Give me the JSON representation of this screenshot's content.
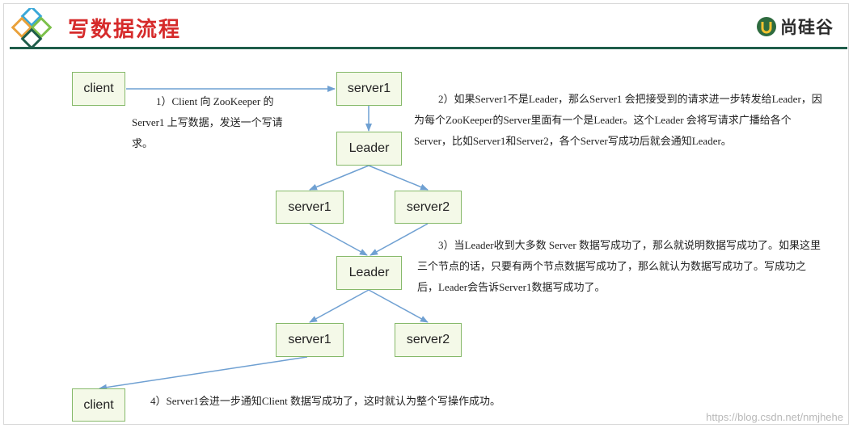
{
  "header": {
    "title": "写数据流程",
    "brand": "尚硅谷"
  },
  "nodes": {
    "client_top": "client",
    "server1_top": "server1",
    "leader_1": "Leader",
    "server1_mid": "server1",
    "server2_mid": "server2",
    "leader_2": "Leader",
    "server1_bottom": "server1",
    "server2_bottom": "server2",
    "client_bottom": "client"
  },
  "notes": {
    "step1": "1）Client 向 ZooKeeper 的 Server1 上写数据，发送一个写请求。",
    "step2": "2）如果Server1不是Leader，那么Server1 会把接受到的请求进一步转发给Leader，因为每个ZooKeeper的Server里面有一个是Leader。这个Leader 会将写请求广播给各个Server，比如Server1和Server2，各个Server写成功后就会通知Leader。",
    "step3": "3）当Leader收到大多数 Server 数据写成功了，那么就说明数据写成功了。如果这里三个节点的话，只要有两个节点数据写成功了，那么就认为数据写成功了。写成功之后，Leader会告诉Server1数据写成功了。",
    "step4": "4）Server1会进一步通知Client 数据写成功了，这时就认为整个写操作成功。"
  },
  "colors": {
    "title": "#d62b2b",
    "header_line": "#1f5d4a",
    "node_fill": "#f4f9e8",
    "node_border": "#86b96a",
    "arrow": "#6fa0d2"
  },
  "watermark": "https://blog.csdn.net/nmjhehe"
}
